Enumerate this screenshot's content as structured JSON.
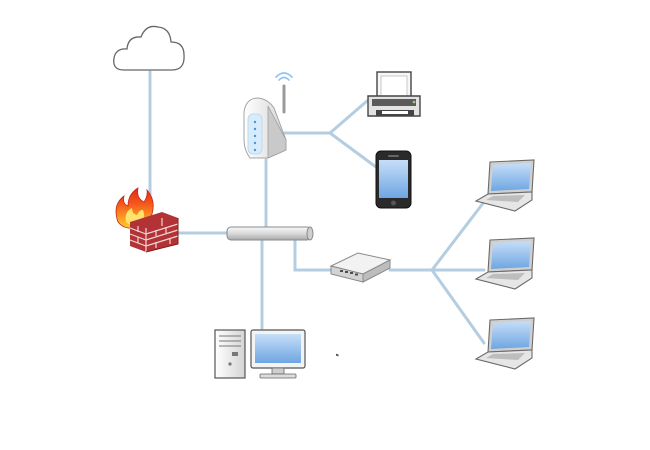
{
  "diagram": {
    "type": "network-topology",
    "nodes": [
      {
        "id": "internet",
        "icon": "cloud-icon"
      },
      {
        "id": "firewall",
        "icon": "firewall-icon"
      },
      {
        "id": "backbone",
        "icon": "bus-pipe-icon"
      },
      {
        "id": "wireless-router",
        "icon": "wifi-router-icon"
      },
      {
        "id": "printer",
        "icon": "printer-icon"
      },
      {
        "id": "smartphone",
        "icon": "smartphone-icon"
      },
      {
        "id": "switch",
        "icon": "network-switch-icon"
      },
      {
        "id": "desktop",
        "icon": "desktop-computer-icon"
      },
      {
        "id": "laptop-1",
        "icon": "laptop-icon"
      },
      {
        "id": "laptop-2",
        "icon": "laptop-icon"
      },
      {
        "id": "laptop-3",
        "icon": "laptop-icon"
      }
    ],
    "edges": [
      [
        "internet",
        "firewall"
      ],
      [
        "firewall",
        "backbone"
      ],
      [
        "backbone",
        "wireless-router"
      ],
      [
        "backbone",
        "desktop"
      ],
      [
        "backbone",
        "switch"
      ],
      [
        "wireless-router",
        "printer"
      ],
      [
        "wireless-router",
        "smartphone"
      ],
      [
        "switch",
        "laptop-1"
      ],
      [
        "switch",
        "laptop-2"
      ],
      [
        "switch",
        "laptop-3"
      ]
    ],
    "colors": {
      "link": "#b4cde0",
      "screen": "#9cc4ef",
      "brick": "#c0393b",
      "flame": "#f04a1c",
      "device_body": "#e9e9e9",
      "outline": "#7a7a7a"
    }
  }
}
